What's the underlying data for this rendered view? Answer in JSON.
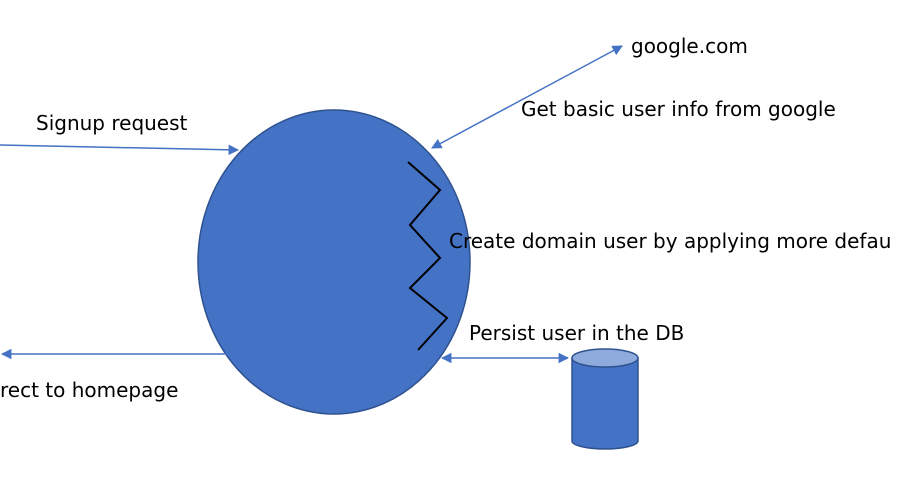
{
  "labels": {
    "signup_request": "Signup request",
    "google_com": "google.com",
    "get_basic_info": "Get basic user info from google",
    "create_domain_user": "Create domain user by applying more defau",
    "persist_user": "Persist user in the DB",
    "redirect_homepage": "rect to homepage"
  },
  "colors": {
    "shape_fill": "#4472c4",
    "shape_stroke": "#2f528f",
    "arrow": "#4472c4",
    "cylinder_top": "#8faadc",
    "zigzag": "#000000",
    "text": "#000000"
  }
}
